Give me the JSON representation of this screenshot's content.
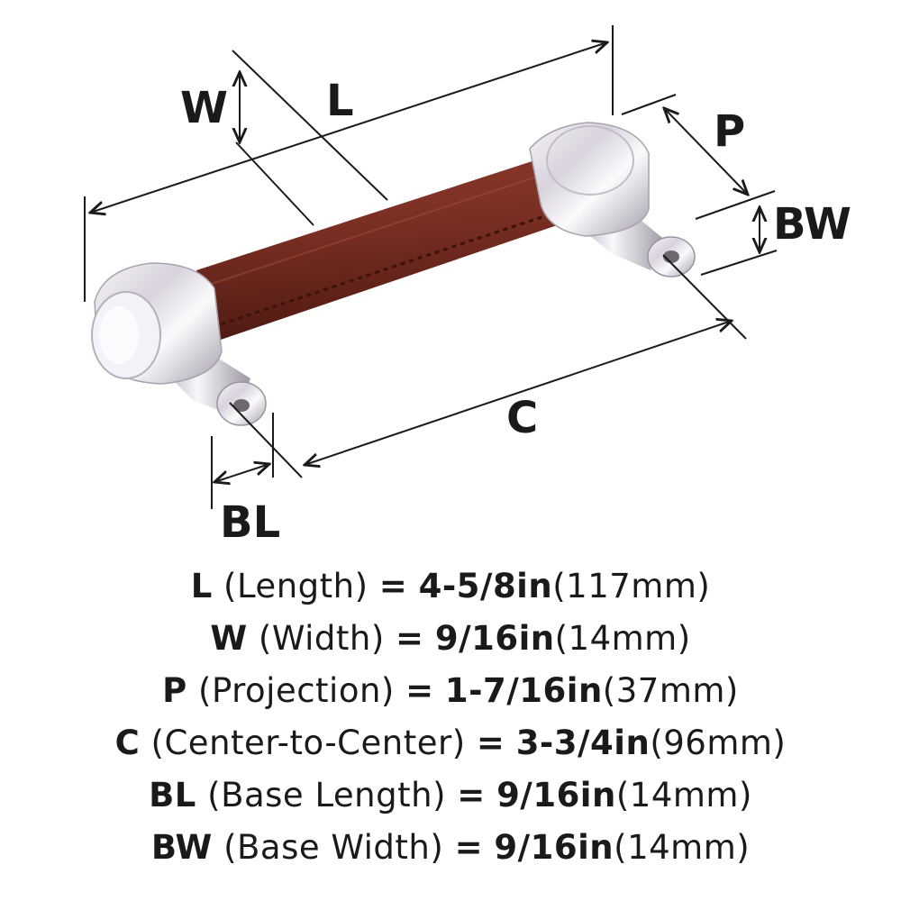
{
  "colors": {
    "leather": "#7a2e22",
    "leather_dark": "#4e1a13",
    "chrome": "#e8e4e8",
    "chrome_shadow": "#9a94a0",
    "line": "#1a1a1a"
  },
  "diagram": {
    "labels": {
      "W": "W",
      "L": "L",
      "P": "P",
      "BW": "BW",
      "C": "C",
      "BL": "BL"
    }
  },
  "specs": [
    {
      "code": "L",
      "name": "(Length)",
      "eq": "=",
      "inch": "4-5/8in",
      "mm": "(117mm)"
    },
    {
      "code": "W",
      "name": "(Width)",
      "eq": "=",
      "inch": "9/16in",
      "mm": "(14mm)"
    },
    {
      "code": "P",
      "name": "(Projection)",
      "eq": "=",
      "inch": "1-7/16in",
      "mm": "(37mm)"
    },
    {
      "code": "C",
      "name": "(Center-to-Center)",
      "eq": "=",
      "inch": "3-3/4in",
      "mm": "(96mm)"
    },
    {
      "code": "BL",
      "name": "(Base Length)",
      "eq": "=",
      "inch": "9/16in",
      "mm": "(14mm)"
    },
    {
      "code": "BW",
      "name": "(Base Width)",
      "eq": "=",
      "inch": "9/16in",
      "mm": "(14mm)"
    }
  ]
}
